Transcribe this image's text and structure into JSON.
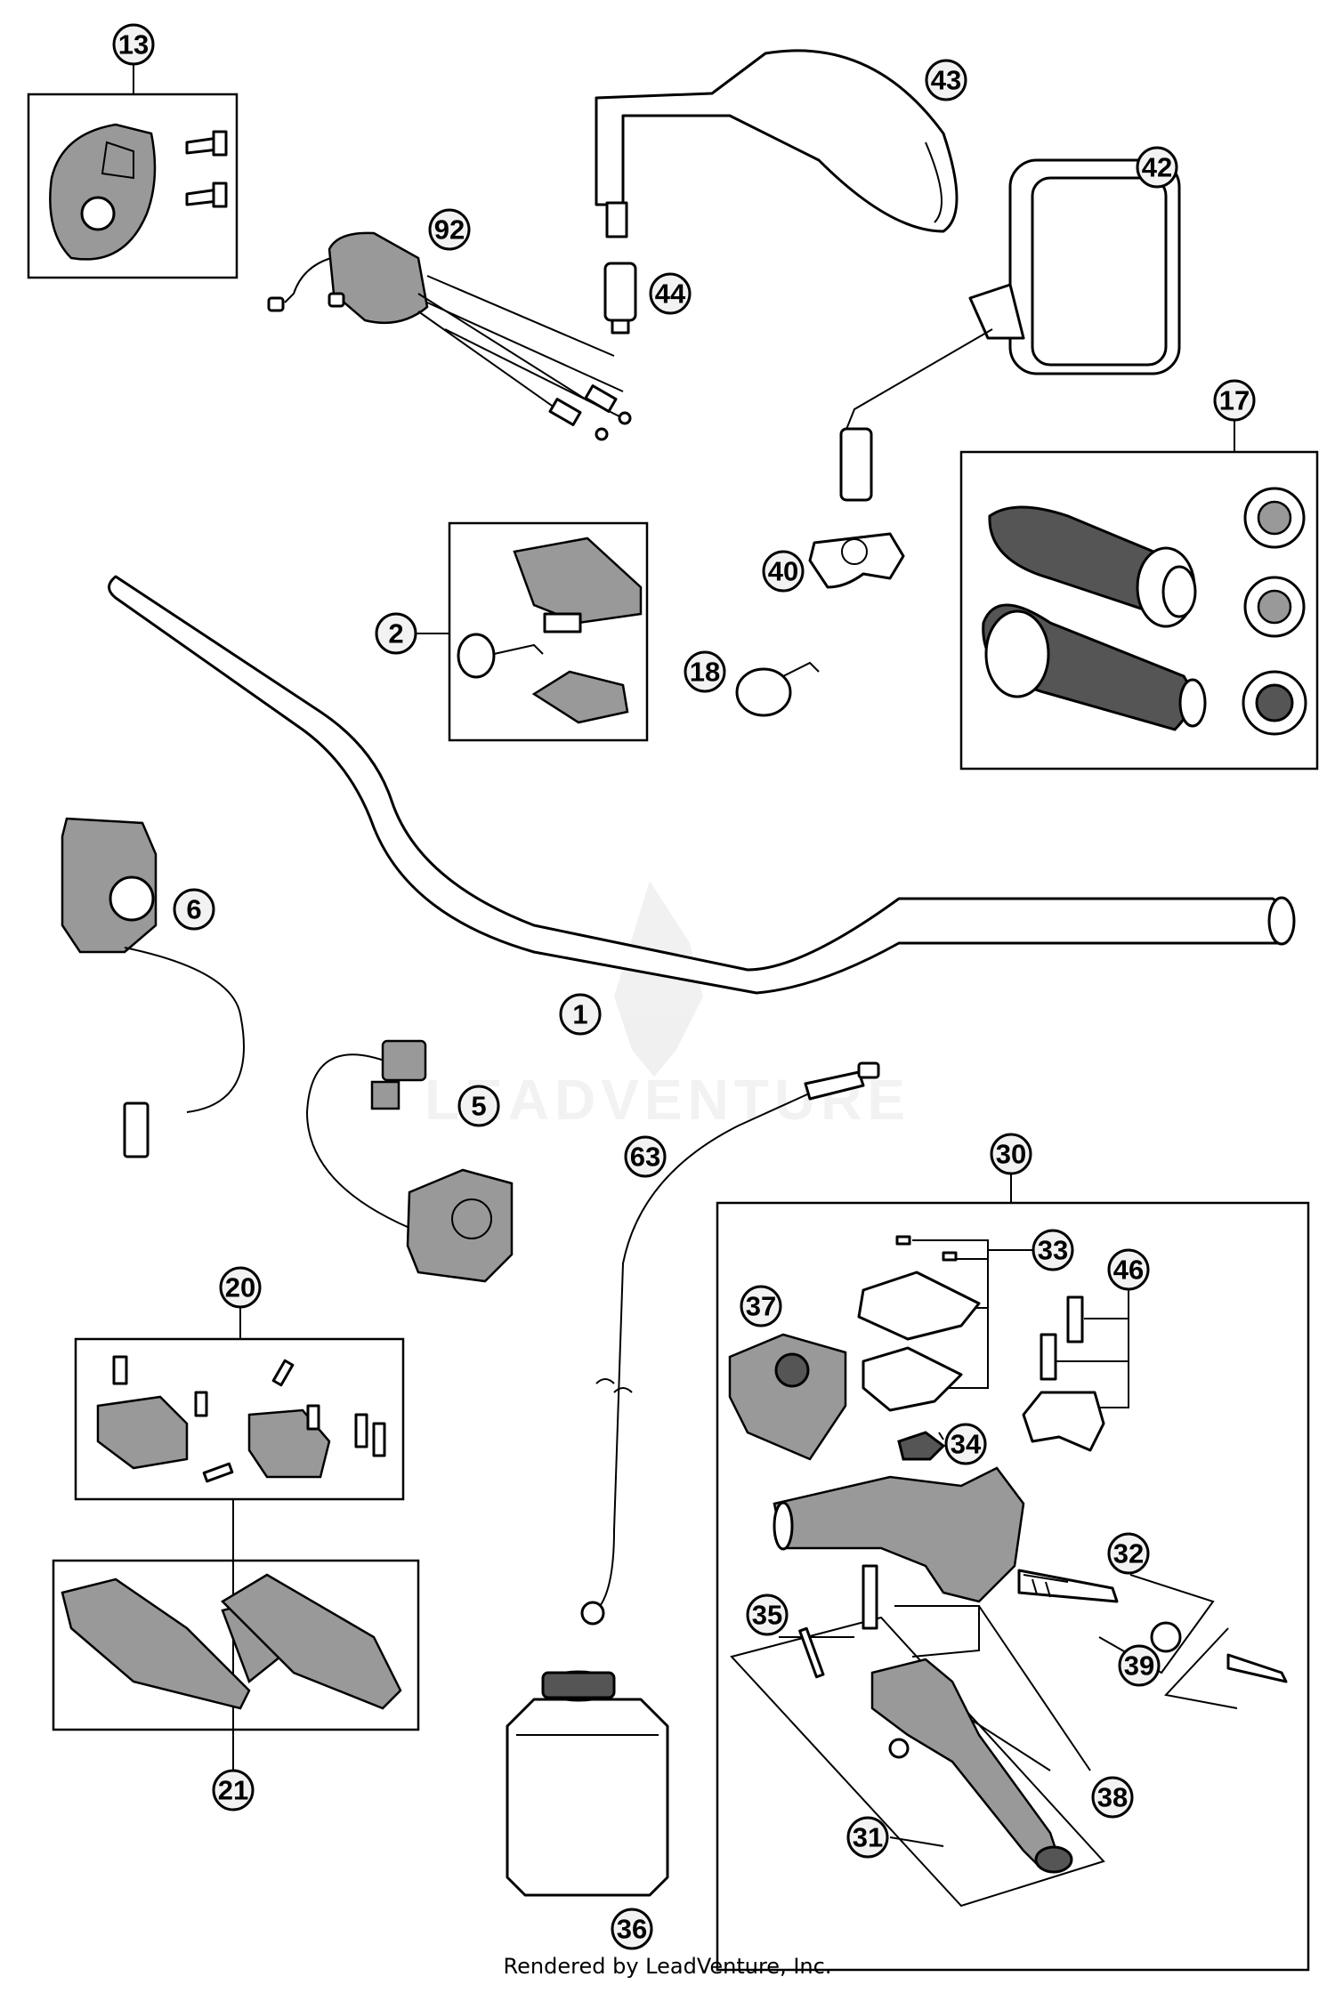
{
  "watermark": "LEADVENTURE",
  "footer": "Rendered by LeadVenture, Inc.",
  "callouts": [
    "13",
    "92",
    "43",
    "44",
    "42",
    "17",
    "2",
    "40",
    "18",
    "6",
    "1",
    "5",
    "63",
    "30",
    "20",
    "33",
    "46",
    "37",
    "34",
    "32",
    "39",
    "35",
    "38",
    "31",
    "21",
    "36"
  ]
}
